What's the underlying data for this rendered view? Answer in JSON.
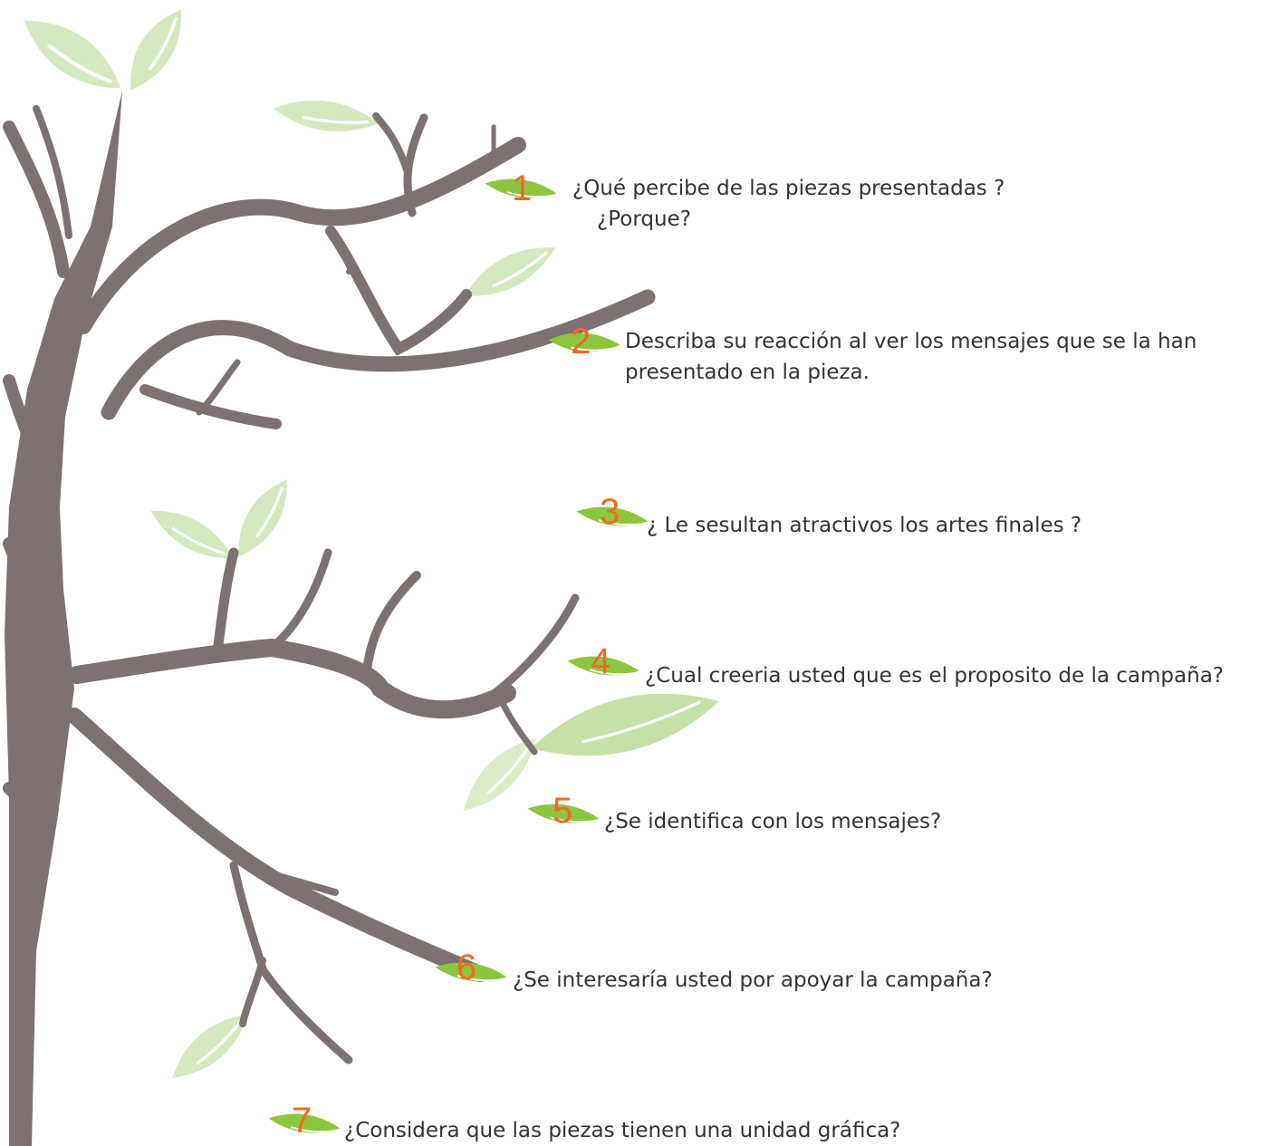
{
  "colors": {
    "branch": "#7d7171",
    "leaf_light": "#d4e8be",
    "leaf_green": "#8cc63f",
    "number": "#f06a23",
    "text": "#333333"
  },
  "questions": [
    {
      "number": "1",
      "lines": [
        "¿Qué percibe de las piezas presentadas ?",
        "¿Porque?"
      ]
    },
    {
      "number": "2",
      "lines": [
        "Describa su reacción al ver los mensajes que se la han",
        "presentado en la pieza."
      ]
    },
    {
      "number": "3",
      "lines": [
        "¿ Le sesultan atractivos los artes finales ?"
      ]
    },
    {
      "number": "4",
      "lines": [
        "¿Cual creeria usted que es el proposito de la campaña?"
      ]
    },
    {
      "number": "5",
      "lines": [
        "¿Se identifica con los mensajes?"
      ]
    },
    {
      "number": "6",
      "lines": [
        "¿Se interesaría usted por apoyar la campaña?"
      ]
    },
    {
      "number": "7",
      "lines": [
        "¿Considera que las piezas tienen una unidad gráfica?"
      ]
    }
  ]
}
